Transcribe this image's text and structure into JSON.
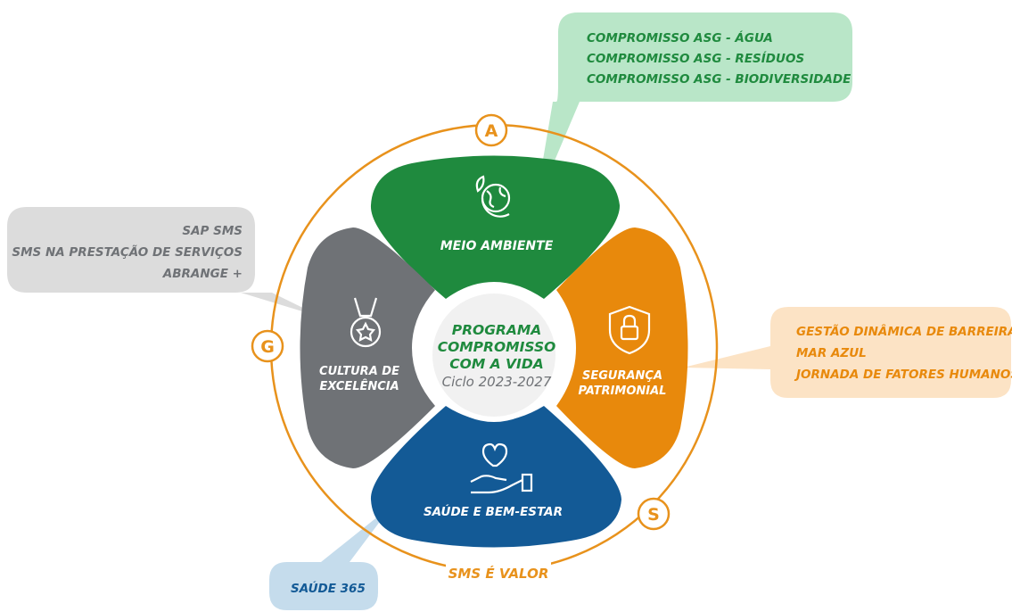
{
  "colors": {
    "ring": "#E8921C",
    "meio_ambiente": "#1F8A3E",
    "seguranca": "#E8890C",
    "saude": "#135A96",
    "cultura": "#6F7276",
    "center_circle": "#F1F1F1",
    "center_green": "#1F8A3E",
    "bubble_green_bg": "#B9E6C8",
    "bubble_green_text": "#1F8A3E",
    "bubble_gray_bg": "#DCDCDC",
    "bubble_gray_text": "#6F7276",
    "bubble_orange_bg": "#FCE3C5",
    "bubble_orange_text": "#E8890C",
    "bubble_blue_bg": "#C5DCEC",
    "bubble_blue_text": "#135A96"
  },
  "center": {
    "line1": "PROGRAMA",
    "line2": "COMPROMISSO",
    "line3": "COM A VIDA",
    "line4": "Ciclo 2023-2027"
  },
  "segments": {
    "meio_ambiente": {
      "label": "MEIO AMBIENTE",
      "icon": "earth-leaf-icon"
    },
    "seguranca": {
      "label_line1": "SEGURANÇA",
      "label_line2": "PATRIMONIAL",
      "icon": "shield-lock-icon"
    },
    "saude": {
      "label": "SAÚDE E BEM-ESTAR",
      "icon": "heart-hand-icon"
    },
    "cultura": {
      "label_line1": "CULTURA DE",
      "label_line2": "EXCELÊNCIA",
      "icon": "medal-icon"
    }
  },
  "ring": {
    "letter_a": "A",
    "letter_g": "G",
    "letter_s": "S",
    "caption": "SMS É VALOR"
  },
  "bubbles": {
    "green": [
      "COMPROMISSO ASG - ÁGUA",
      "COMPROMISSO ASG - RESÍDUOS",
      "COMPROMISSO ASG - BIODIVERSIDADE"
    ],
    "gray": [
      "SAP SMS",
      "SMS NA PRESTAÇÃO DE SERVIÇOS",
      "ABRANGE +"
    ],
    "orange": [
      "GESTÃO DINÂMICA DE BARREIRAS",
      "MAR AZUL",
      "JORNADA DE FATORES HUMANOS"
    ],
    "blue": [
      "SAÚDE 365"
    ]
  }
}
